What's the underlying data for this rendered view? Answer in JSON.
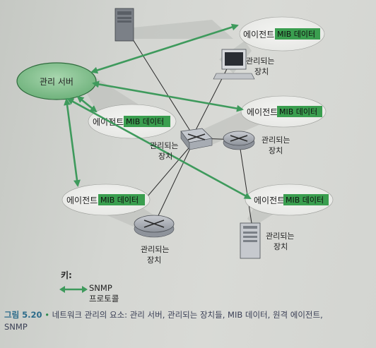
{
  "diagram": {
    "management_server": "관리 서버",
    "agent_prefix": "에이전트",
    "mib_label": "MIB 데이터",
    "managed_device_line1": "관리되는",
    "managed_device_line2": "장치",
    "colors": {
      "arrow": "#3e9a5c",
      "mib_fill": "#3a9e4f",
      "server_fill": "#7fbf8a"
    }
  },
  "key": {
    "title": "키:",
    "protocol_line1": "SNMP",
    "protocol_line2": "프로토콜"
  },
  "caption": {
    "figure": "그림 5.20",
    "bullet": "•",
    "text": "네트워크 관리의 요소: 관리 서버, 관리되는 장치들, MIB 데이터, 원격 에이전트,",
    "text2": "SNMP"
  }
}
